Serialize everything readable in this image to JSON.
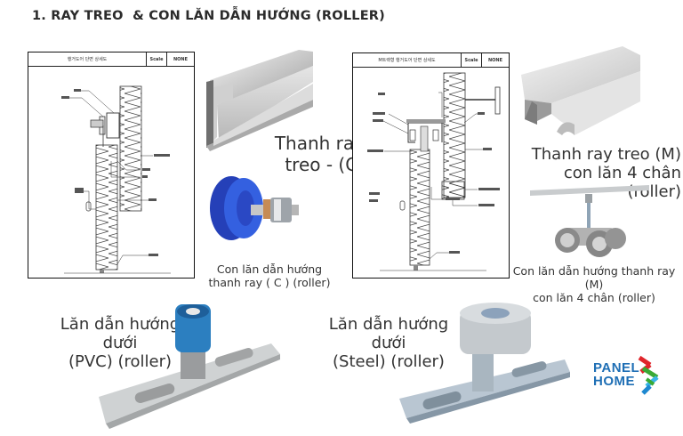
{
  "header": {
    "title": "1. RAY TREO  & CON LĂN DẪN HƯỚNG (ROLLER)"
  },
  "drawings": [
    {
      "title": "행거도어 단면 상세도",
      "scale_label": "Scale",
      "scale_value": "NONE"
    },
    {
      "title": "M트랙형 행거도어 단면 상세도",
      "scale_label": "Scale",
      "scale_value": "NONE"
    }
  ],
  "products": {
    "rail_c": {
      "line1": "Thanh ray",
      "line2": "treo - (C)"
    },
    "roller_c": {
      "line1": "Con lăn dẫn hướng",
      "line2": "thanh ray  ( C ) (roller)"
    },
    "rail_m": {
      "line1": "Thanh ray treo (M)",
      "line2": "con lăn 4 chân (roller)"
    },
    "roller_m": {
      "line1": "Con lăn dẫn hướng thanh ray (M)",
      "line2": "con lăn 4 chân (roller)"
    },
    "guide_pvc": {
      "line1": "Lăn dẫn hướng dưới",
      "line2": "(PVC) (roller)"
    },
    "guide_steel": {
      "line1": "Lăn dẫn hướng dưới",
      "line2": "(Steel) (roller)"
    }
  },
  "logo": {
    "line1": "PANEL",
    "line2": "HOME",
    "colors": {
      "text": "#1f6fb5",
      "red": "#e0252b",
      "green": "#3aa935",
      "blue": "#1e88d0",
      "cyan": "#39b6e6"
    }
  },
  "colors": {
    "roller_blue": "#2f55c8",
    "pvc_blue": "#2c7fc0",
    "aluminium": "#d9dadc",
    "steel": "#b7c2cc"
  }
}
